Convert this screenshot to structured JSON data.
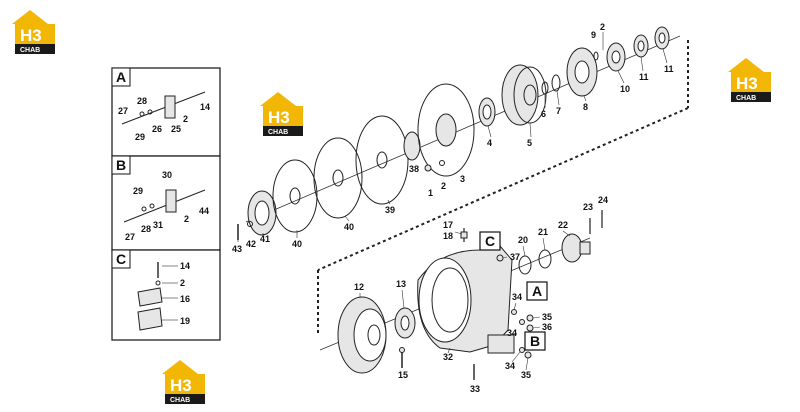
{
  "logo": {
    "mark": "H3",
    "sub": "CHAB",
    "colors": {
      "gold": "#f2b705",
      "dark": "#1a1a1a"
    }
  },
  "insets": [
    {
      "letter": "A",
      "labels": [
        "27",
        "28",
        "29",
        "26",
        "2",
        "25",
        "14"
      ]
    },
    {
      "letter": "B",
      "labels": [
        "30",
        "29",
        "27",
        "28",
        "31",
        "2",
        "44"
      ]
    },
    {
      "letter": "C",
      "labels": [
        "14",
        "2",
        "16",
        "19"
      ]
    }
  ],
  "callouts": {
    "A": "A",
    "B": "B",
    "C": "C"
  },
  "parts": {
    "p1": "1",
    "p2a": "2",
    "p2b": "2",
    "p3": "3",
    "p4": "4",
    "p5": "5",
    "p6": "6",
    "p7": "7",
    "p8": "8",
    "p9": "9",
    "p10": "10",
    "p11a": "11",
    "p11b": "11",
    "p12": "12",
    "p13": "13",
    "p15": "15",
    "p17": "17",
    "p18": "18",
    "p20": "20",
    "p21": "21",
    "p22": "22",
    "p23": "23",
    "p24": "24",
    "p32": "32",
    "p33": "33",
    "p34a": "34",
    "p34b": "34",
    "p34c": "34",
    "p35a": "35",
    "p35b": "35",
    "p36": "36",
    "p37": "37",
    "p38": "38",
    "p39": "39",
    "p40a": "40",
    "p40b": "40",
    "p41": "41",
    "p42": "42",
    "p43": "43"
  }
}
